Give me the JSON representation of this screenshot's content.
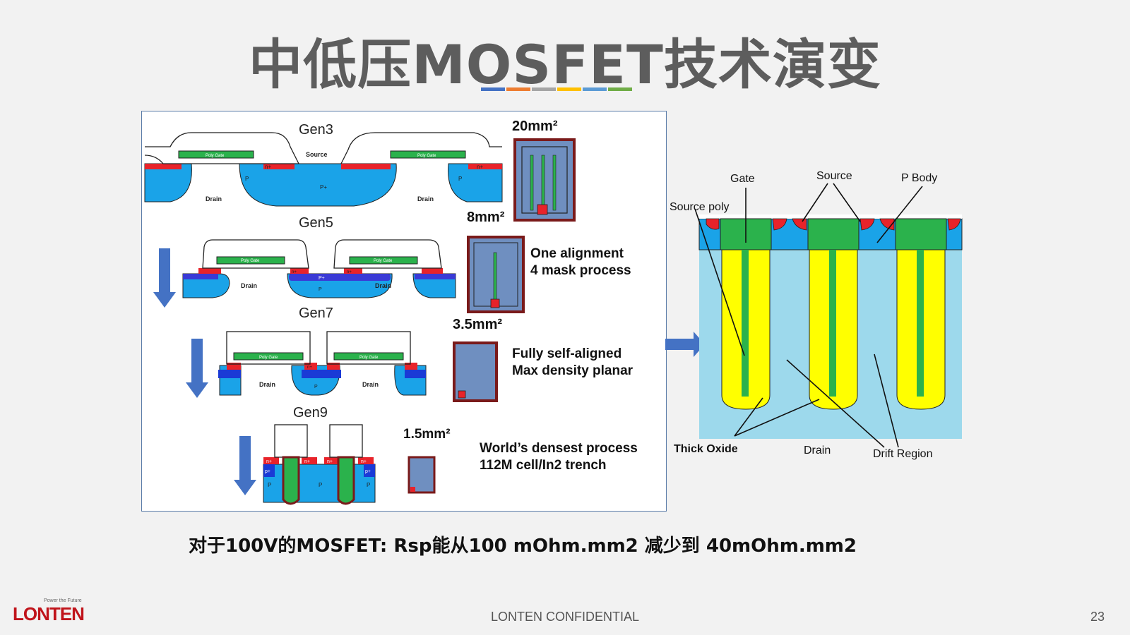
{
  "title": "中低压MOSFET技术演变",
  "title_bar_colors": [
    "#4472c4",
    "#ed7d31",
    "#a5a5a5",
    "#ffc000",
    "#5b9bd5",
    "#70ad47"
  ],
  "gens": {
    "gen3": {
      "label": "Gen3",
      "area": "20mm²",
      "poly": "Poly   Gate",
      "source": "Source",
      "nplus": "n+",
      "p": "P",
      "pplus": "P+",
      "drain": "Drain"
    },
    "gen5": {
      "label": "Gen5",
      "area": "8mm²",
      "desc1": "One alignment",
      "desc2": "4 mask process",
      "poly": "Poly   Gate",
      "drain": "Drain",
      "nplus": "n+",
      "pplus": "P+",
      "p": "P"
    },
    "gen7": {
      "label": "Gen7",
      "area": "3.5mm²",
      "desc1": "Fully self-aligned",
      "desc2": "Max density planar",
      "poly": "Poly   Gate",
      "drain": "Drain",
      "nplus": "n+",
      "p": "P"
    },
    "gen9": {
      "label": "Gen9",
      "area": "1.5mm²",
      "desc1": "World’s densest process",
      "desc2": "112M cell/In2 trench",
      "nplus": "n+",
      "pplus": "p+",
      "p": "P"
    }
  },
  "trench": {
    "gate": "Gate",
    "source": "Source",
    "pbody": "P Body",
    "source_poly": "Source poly",
    "thick_oxide": "Thick Oxide",
    "drain": "Drain",
    "drift": "Drift Region"
  },
  "bottom_text": "对于100V的MOSFET: Rsp能从100 mOhm.mm2 减少到 40mOhm.mm2",
  "footer": "LONTEN CONFIDENTIAL",
  "page_number": "23",
  "logo": {
    "word": "LONTEN",
    "tagline": "Power the Future"
  },
  "colors": {
    "blue_region": "#1aa3e8",
    "poly_green": "#2bb24c",
    "nplus_red": "#e8232a",
    "pbody_blue": "#1a3ad6",
    "trench_yellow": "#ffff00",
    "drift_light": "#9dd9ec",
    "arrow_blue": "#4472c4",
    "mask_frame": "#7a1a1a",
    "mask_fill": "#6f8fc0"
  }
}
